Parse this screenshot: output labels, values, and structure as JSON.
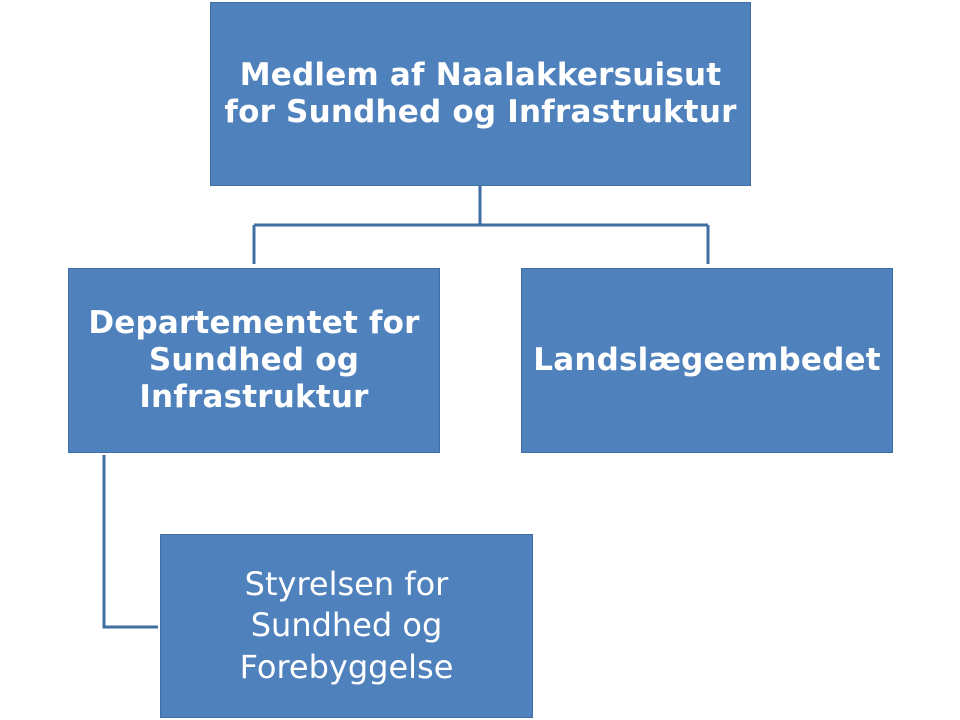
{
  "colors": {
    "node_fill": "#4f81bd",
    "node_text": "#ffffff",
    "connector": "#3f6fa3"
  },
  "nodes": {
    "top": {
      "lines": [
        "Medlem af Naalakkersuisut",
        "for Sundhed og Infrastruktur"
      ]
    },
    "department": {
      "lines": [
        "Departementet for",
        "Sundhed og",
        "Infrastruktur"
      ]
    },
    "landslaege": {
      "lines": [
        "Landslægeembedet"
      ]
    },
    "styrelsen": {
      "lines": [
        "Styrelsen for",
        "Sundhed og",
        "Forebyggelse"
      ]
    }
  }
}
